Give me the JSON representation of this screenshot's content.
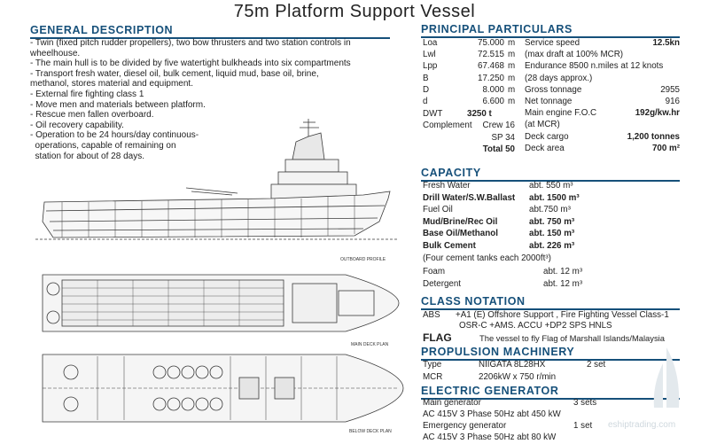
{
  "title": "75m Platform Support Vessel",
  "general_description": {
    "heading": "GENERAL DESCRIPTION",
    "lines": [
      "- Twin (fixed pitch rudder propellers), two bow thrusters and two station controls in",
      "wheelhouse.",
      "- The main hull is to be divided by five watertight bulkheads into six compartments",
      "- Transport fresh water, diesel oil, bulk cement, liquid mud, base oil, brine,",
      "methanol, stores material and equipment.",
      "- External fire fighting class 1",
      "- Move men and materials between platform.",
      "- Rescue men fallen overboard.",
      "- Oil recovery capability.",
      "- Operation to be 24 hours/day continuous-",
      "  operations, capable of remaining on",
      "  station for about of 28 days."
    ]
  },
  "drawing_labels": {
    "outboard": "OUTBOARD PROFILE",
    "main_deck": "MAIN DECK PLAN",
    "below_deck": "BELOW DECK PLAN"
  },
  "principal": {
    "heading": "PRINCIPAL PARTICULARS",
    "left": [
      {
        "label": "Loa",
        "value": "75.000",
        "unit": "m"
      },
      {
        "label": "Lwl",
        "value": "72.515",
        "unit": "m"
      },
      {
        "label": "Lpp",
        "value": "67.468",
        "unit": "m"
      },
      {
        "label": "B",
        "value": "17.250",
        "unit": "m"
      },
      {
        "label": "D",
        "value": "8.000",
        "unit": "m"
      },
      {
        "label": "d",
        "value": "6.600",
        "unit": "m"
      }
    ],
    "dwt": {
      "label": "DWT",
      "value": "3250 t"
    },
    "complement": {
      "label": "Complement",
      "crew": "Crew 16",
      "sp": "SP 34",
      "total": "Total 50"
    },
    "right": [
      {
        "label": "Service speed",
        "value": "12.5kn",
        "bold": true
      },
      {
        "label": "(max draft at 100% MCR)",
        "value": "",
        "bold": false
      },
      {
        "label": "Endurance   8500 n.miles at 12 knots",
        "value": "",
        "bold": false
      },
      {
        "label": "(28 days approx.)",
        "value": "",
        "bold": false
      },
      {
        "label": "Gross tonnage",
        "value": "2955",
        "bold": false
      },
      {
        "label": "Net tonnage",
        "value": "916",
        "bold": false
      },
      {
        "label": "Main engine F.O.C",
        "value": "192g/kw.hr",
        "bold": true
      },
      {
        "label": "(at MCR)",
        "value": "",
        "bold": false
      },
      {
        "label": "Deck cargo",
        "value": "1,200 tonnes",
        "bold": true
      },
      {
        "label": "Deck area",
        "value": "700 m²",
        "bold": true
      }
    ]
  },
  "capacity": {
    "heading": "CAPACITY",
    "rows": [
      {
        "label": "Fresh Water",
        "value": "abt. 550 m³",
        "bold": false
      },
      {
        "label": "Drill Water/S.W.Ballast",
        "value": "abt. 1500 m³",
        "bold": true
      },
      {
        "label": "Fuel Oil",
        "value": "abt.750 m³",
        "bold": false
      },
      {
        "label": "Mud/Brine/Rec Oil",
        "value": "abt. 750 m³",
        "bold": true
      },
      {
        "label": "Base Oil/Methanol",
        "value": "abt. 150 m³",
        "bold": true
      },
      {
        "label": "Bulk Cement",
        "value": "abt. 226 m³",
        "bold": true
      }
    ],
    "note": "(Four cement tanks each 2000ft³)",
    "rows2": [
      {
        "label": "Foam",
        "value": "abt. 12 m³"
      },
      {
        "label": "Detergent",
        "value": "abt. 12 m³"
      }
    ]
  },
  "class_notation": {
    "heading": "CLASS NOTATION",
    "abs_label": "ABS",
    "abs_line1": "+A1 (E) Offshore Support , Fire Fighting Vessel Class-1",
    "abs_line2": "OSR-C +AMS. ACCU +DP2 SPS HNLS",
    "flag_label": "FLAG",
    "flag_text": "The vessel to fly Flag of Marshall Islands/Malaysia"
  },
  "propulsion": {
    "heading": "PROPULSION MACHINERY",
    "type_label": "Type",
    "type_value": "NIIGATA 8L28HX",
    "type_qty": "2 set",
    "mcr_label": "MCR",
    "mcr_value": "2206kW x 750 r/min"
  },
  "electric": {
    "heading": "ELECTRIC GENERATOR",
    "main_label": "Main generator",
    "main_qty": "3 sets",
    "main_spec": "AC 415V 3 Phase 50Hz abt 450 kW",
    "emg_label": "Emergency generator",
    "emg_qty": "1 set",
    "emg_spec": "AC 415V 3 Phase 50Hz abt 80 kW"
  },
  "watermark": "eshiptrading.com",
  "colors": {
    "heading": "#16507a",
    "text": "#222222",
    "drawing": "#3a3a3a"
  }
}
